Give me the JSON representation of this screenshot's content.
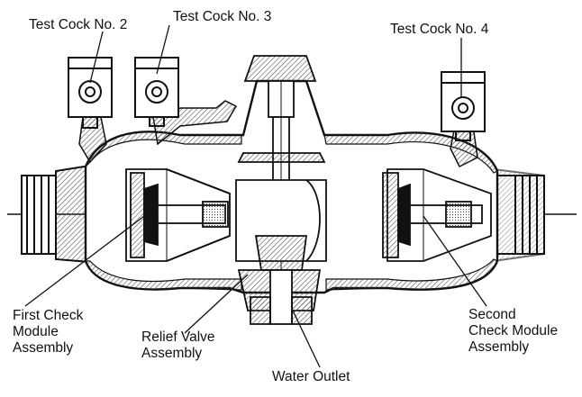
{
  "labels": {
    "test_cock_2": "Test Cock No. 2",
    "test_cock_3": "Test Cock No. 3",
    "test_cock_4": "Test Cock No. 4",
    "first_check": [
      "First Check",
      "Module",
      "Assembly"
    ],
    "relief_valve": [
      "Relief Valve",
      "Assembly"
    ],
    "water_outlet": "Water Outlet",
    "second_check": [
      "Second",
      "Check Module",
      "Assembly"
    ]
  },
  "colors": {
    "ink": "#111111",
    "hatch": "#555555",
    "background": "#ffffff"
  }
}
